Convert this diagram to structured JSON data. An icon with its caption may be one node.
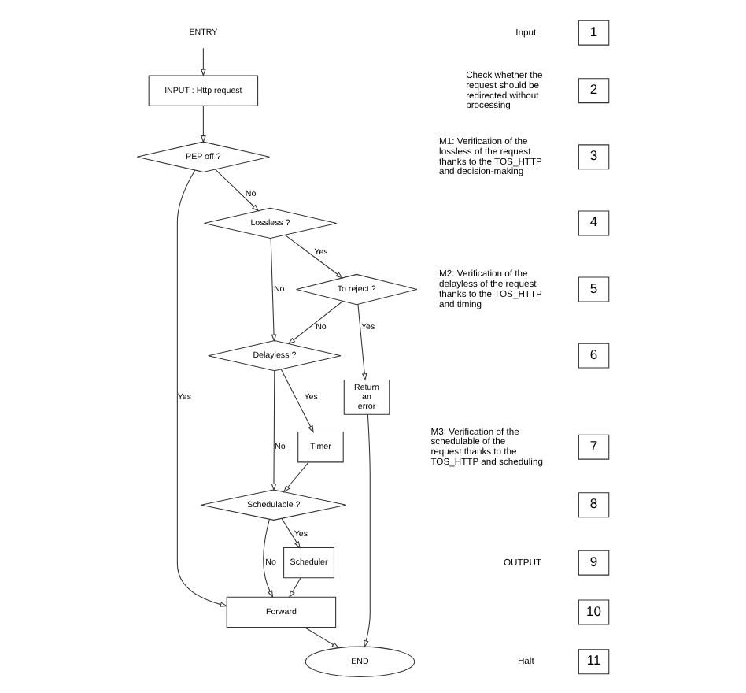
{
  "diagram": {
    "nodes": [
      {
        "text": [
          "ENTRY"
        ]
      },
      {
        "text": [
          "INPUT : Http request"
        ]
      },
      {
        "text": [
          "PEP off ?"
        ]
      },
      {
        "text": [
          "Lossless ?"
        ]
      },
      {
        "text": [
          "To reject ?"
        ]
      },
      {
        "text": [
          "Delayless ?"
        ]
      },
      {
        "text": [
          "Timer"
        ]
      },
      {
        "text": [
          "Schedulable ?"
        ]
      },
      {
        "text": [
          "Scheduler"
        ]
      },
      {
        "text": [
          "Forward"
        ]
      },
      {
        "text": [
          "Return an error"
        ]
      },
      {
        "text": [
          "END"
        ]
      },
      {
        "text": [
          "1"
        ]
      },
      {
        "text": [
          "2"
        ]
      },
      {
        "text": [
          "3"
        ]
      },
      {
        "text": [
          "4"
        ]
      },
      {
        "text": [
          "5"
        ]
      },
      {
        "text": [
          "6"
        ]
      },
      {
        "text": [
          "7"
        ]
      },
      {
        "text": [
          "8"
        ]
      },
      {
        "text": [
          "9"
        ]
      },
      {
        "text": [
          "10"
        ]
      },
      {
        "text": [
          "11"
        ]
      }
    ],
    "edges": [
      {
        "from": 0,
        "to": 1,
        "arrow": "to"
      },
      {
        "from": 1,
        "to": 2,
        "arrow": "to"
      },
      {
        "from": 2,
        "to": 9,
        "arrow": "to",
        "label": "Yes"
      },
      {
        "from": 2,
        "to": 3,
        "arrow": "to",
        "label": "No"
      },
      {
        "from": 3,
        "to": 4,
        "arrow": "to",
        "label": "Yes"
      },
      {
        "from": 3,
        "to": 5,
        "arrow": "to",
        "label": "No"
      },
      {
        "from": 4,
        "to": 10,
        "arrow": "to",
        "label": "Yes"
      },
      {
        "from": 4,
        "to": 5,
        "arrow": "to",
        "label": "No"
      },
      {
        "from": 5,
        "to": 6,
        "arrow": "to",
        "label": "Yes"
      },
      {
        "from": 5,
        "to": 7,
        "arrow": "to",
        "label": "No"
      },
      {
        "from": 6,
        "to": 7,
        "arrow": "to"
      },
      {
        "from": 7,
        "to": 8,
        "arrow": "to",
        "label": "Yes"
      },
      {
        "from": 7,
        "to": 9,
        "arrow": "to",
        "label": "No"
      },
      {
        "from": 8,
        "to": 9,
        "arrow": "to"
      },
      {
        "from": 9,
        "to": 11,
        "arrow": "to"
      },
      {
        "from": 10,
        "to": 11,
        "arrow": "to"
      }
    ],
    "labels": [
      "Input",
      "Check whether the request should be redirected without processing",
      "M1: Verification of the lossless of the request thanks to the TOS_HTTP and decision-making",
      "M2: Verification of the delayless of the request thanks to the TOS_HTTP and timing",
      "M3: Verification of the schedulable of the request thanks to the TOS_HTTP and scheduling",
      "OUTPUT",
      "Halt"
    ]
  }
}
